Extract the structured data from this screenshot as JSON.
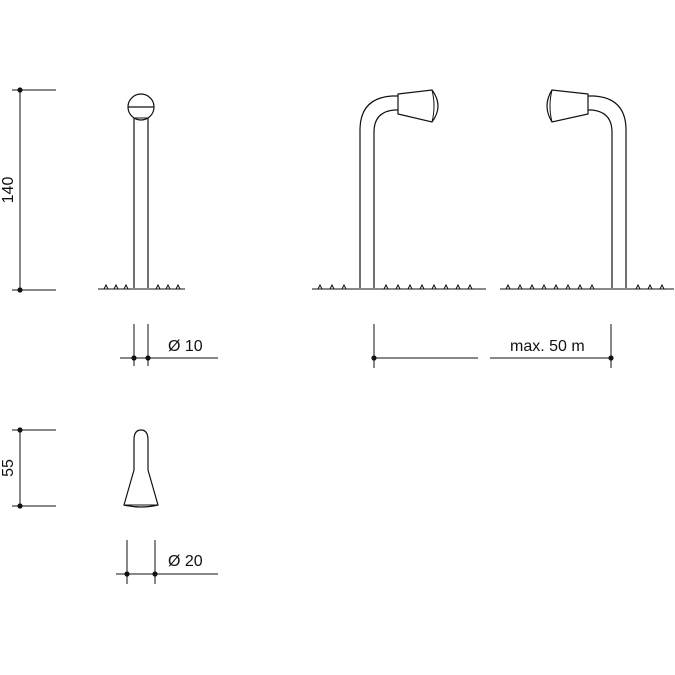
{
  "dimensions": {
    "height_bollard": "140",
    "diameter_bollard": "Ø 10",
    "spacing": "max. 50 m",
    "height_small": "55",
    "diameter_small": "Ø 20"
  },
  "colors": {
    "line": "#111111",
    "background": "#ffffff"
  }
}
